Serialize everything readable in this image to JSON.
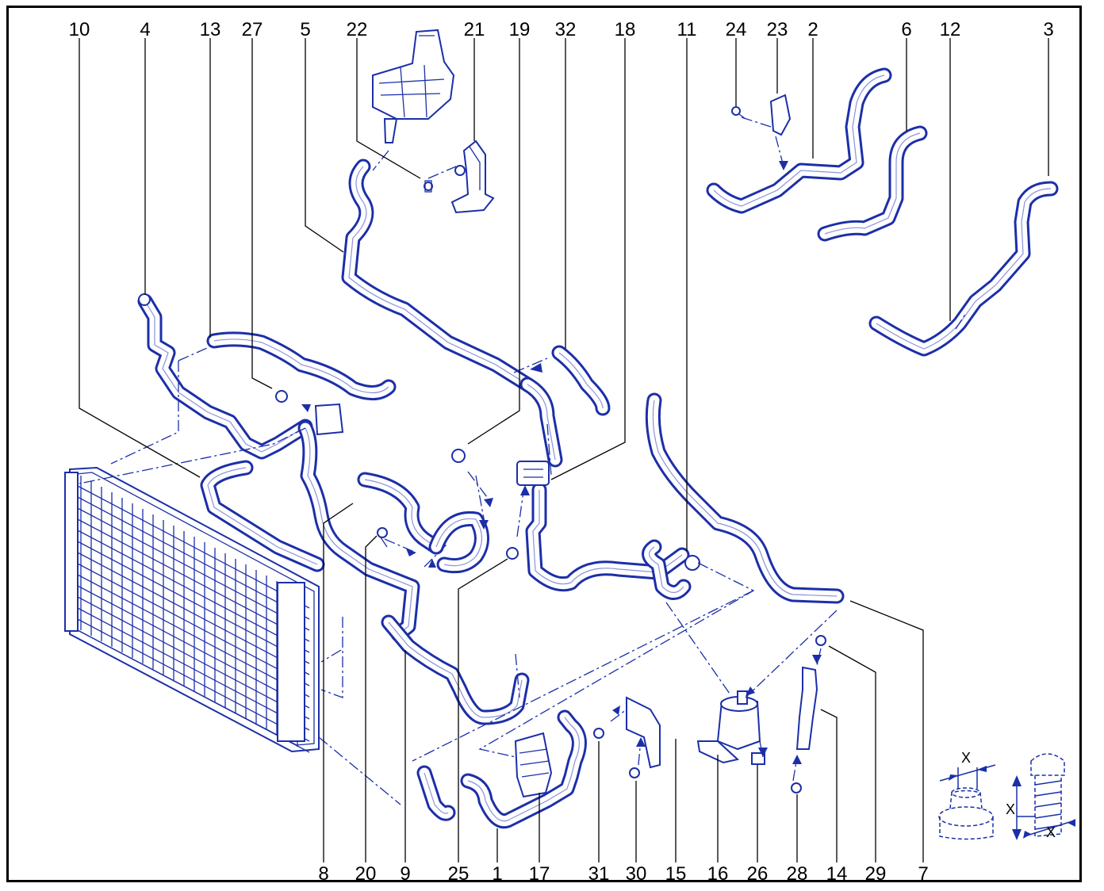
{
  "callouts_top": [
    "10",
    "4",
    "13",
    "27",
    "5",
    "22",
    "21",
    "19",
    "32",
    "18",
    "11",
    "24",
    "23",
    "2",
    "6",
    "12",
    "3"
  ],
  "callouts_bottom": [
    "8",
    "20",
    "9",
    "25",
    "1",
    "17",
    "31",
    "30",
    "15",
    "16",
    "26",
    "28",
    "14",
    "29",
    "7"
  ],
  "detail_labels": [
    "X",
    "X",
    "X"
  ],
  "colors": {
    "line_art": "#1c2fa8",
    "frame": "#000000",
    "background": "#ffffff"
  }
}
